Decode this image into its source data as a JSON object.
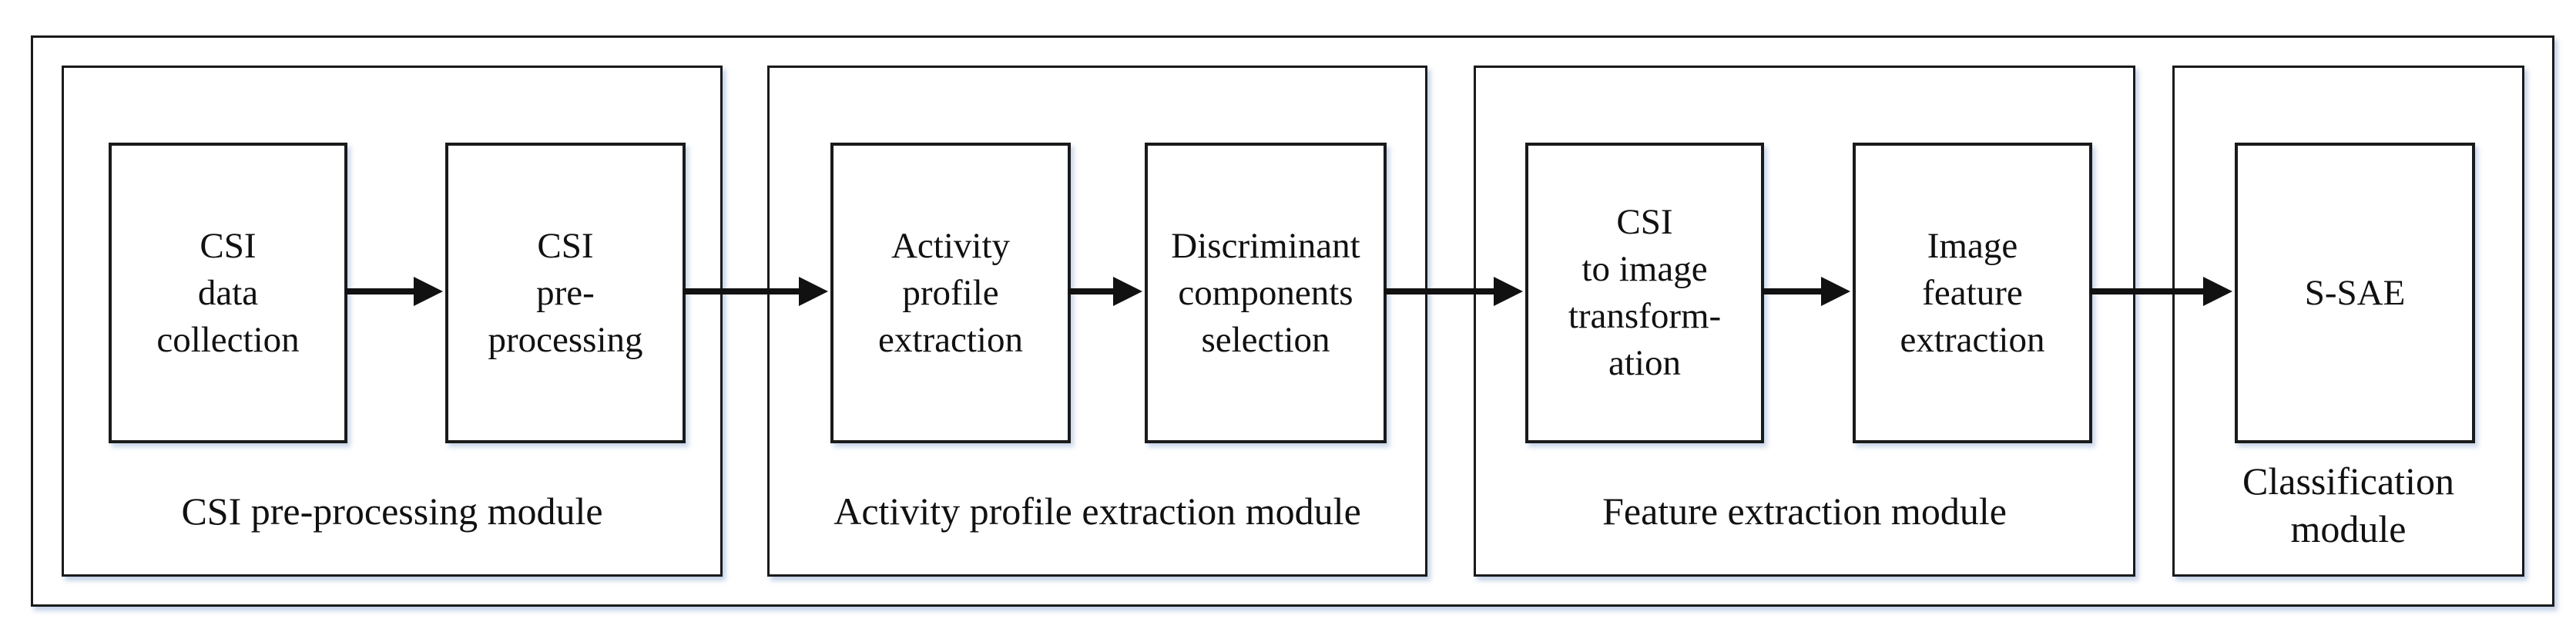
{
  "figure": {
    "modules": [
      {
        "label_lines": [
          "CSI pre-processing module"
        ],
        "boxes": [
          {
            "lines": [
              "CSI",
              "data",
              "collection"
            ]
          },
          {
            "lines": [
              "CSI",
              "pre-",
              "processing"
            ]
          }
        ]
      },
      {
        "label_lines": [
          "Activity profile extraction module"
        ],
        "boxes": [
          {
            "lines": [
              "Activity",
              "profile",
              "extraction"
            ]
          },
          {
            "lines": [
              "Discriminant",
              "components",
              "selection"
            ]
          }
        ]
      },
      {
        "label_lines": [
          "Feature extraction module"
        ],
        "boxes": [
          {
            "lines": [
              "CSI",
              "to image",
              "transform-",
              "ation"
            ]
          },
          {
            "lines": [
              "Image",
              "feature",
              "extraction"
            ]
          }
        ]
      },
      {
        "label_lines": [
          "Classification",
          "module"
        ],
        "boxes": [
          {
            "lines": [
              "S-SAE"
            ]
          }
        ]
      }
    ],
    "colors": {
      "border": "#1a1a1a",
      "text": "#111111",
      "shadow": "#b7c8e2"
    }
  }
}
